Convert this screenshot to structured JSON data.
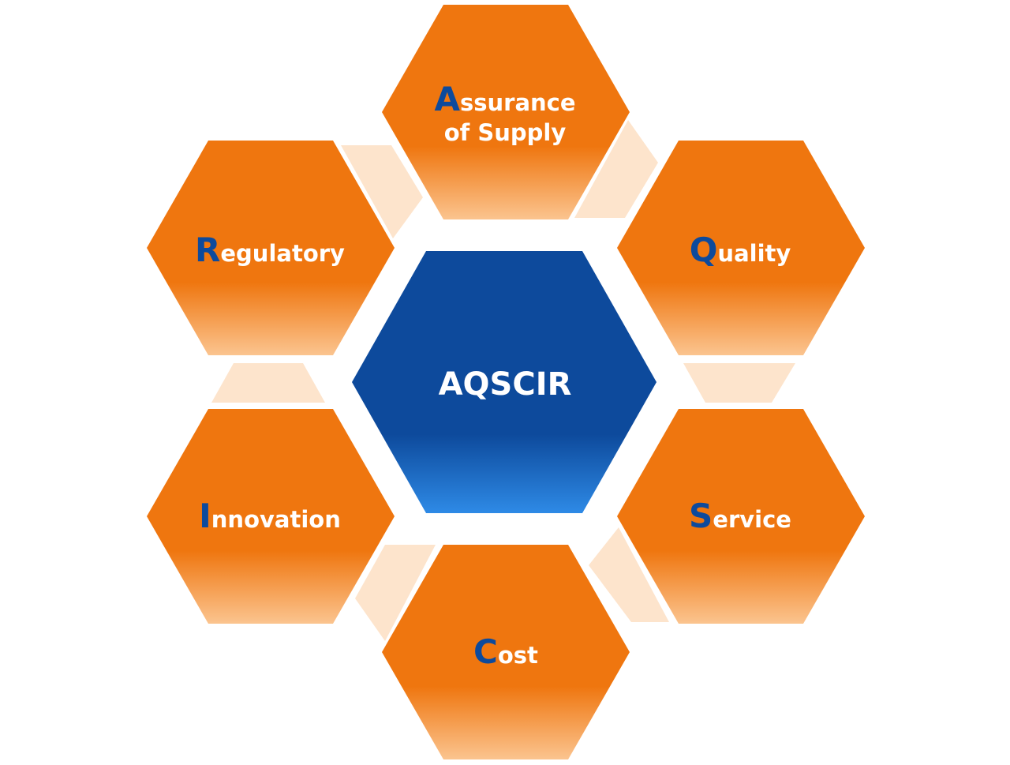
{
  "center": {
    "label": "AQSCIR"
  },
  "nodes": [
    {
      "id": "assurance",
      "initial": "A",
      "lines": [
        "ssurance",
        "of Supply"
      ]
    },
    {
      "id": "quality",
      "initial": "Q",
      "lines": [
        "uality"
      ]
    },
    {
      "id": "service",
      "initial": "S",
      "lines": [
        "ervice"
      ]
    },
    {
      "id": "cost",
      "initial": "C",
      "lines": [
        "ost"
      ]
    },
    {
      "id": "innovation",
      "initial": "I",
      "lines": [
        "nnovation"
      ]
    },
    {
      "id": "regulatory",
      "initial": "R",
      "lines": [
        "egulatory"
      ]
    }
  ],
  "colors": {
    "hex_orange": "#ef760f",
    "hex_orange_light": "#fbc48f",
    "hex_blue": "#0d4a9c",
    "hex_blue_light": "#2e8ae6",
    "connector": "#fde4cc",
    "initial_letter": "#0d4a9c",
    "text": "#ffffff"
  }
}
